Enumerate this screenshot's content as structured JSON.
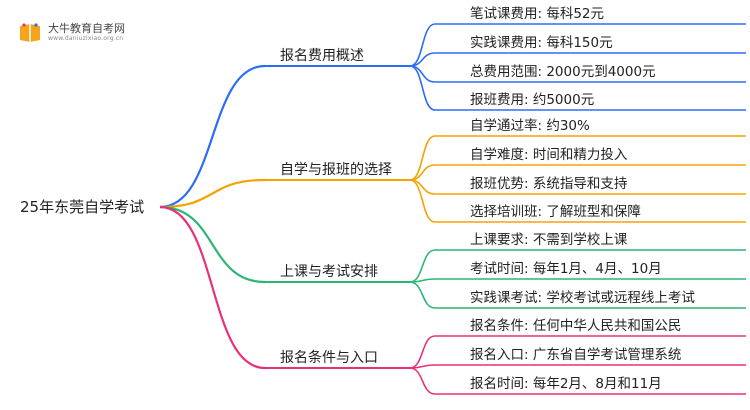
{
  "watermark": {
    "title": "大牛教育自考网",
    "url": "www.daniuzixiao.org.cn"
  },
  "mindmap": {
    "root": "25年东莞自学考试",
    "branches": [
      {
        "label": "报名费用概述",
        "color": "#2b6ef5",
        "leaves": [
          "笔试课费用: 每科52元",
          "实践课费用: 每科150元",
          "总费用范围: 2000元到4000元",
          "报班费用: 约5000元"
        ]
      },
      {
        "label": "自学与报班的选择",
        "color": "#f5a300",
        "leaves": [
          "自学通过率: 约30%",
          "自学难度: 时间和精力投入",
          "报班优势: 系统指导和支持",
          "选择培训班: 了解班型和保障"
        ]
      },
      {
        "label": "上课与考试安排",
        "color": "#2bb673",
        "leaves": [
          "上课要求: 不需到学校上课",
          "考试时间: 每年1月、4月、10月",
          "实践课考试: 学校考试或远程线上考试"
        ]
      },
      {
        "label": "报名条件与入口",
        "color": "#e8307a",
        "leaves": [
          "报名条件: 任何中华人民共和国公民",
          "报名入口: 广东省自学考试管理系统",
          "报名时间: 每年2月、8月和11月"
        ]
      }
    ]
  }
}
